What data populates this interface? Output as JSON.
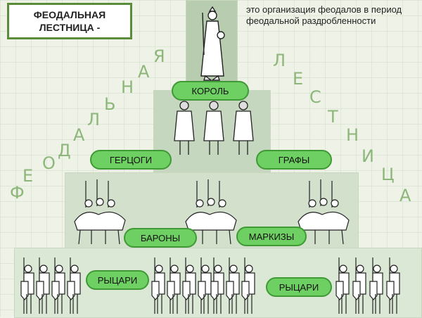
{
  "title": "ФЕОДАЛЬНАЯ ЛЕСТНИЦА -",
  "definition": "это организация феодалов в период феодальной раздробленности",
  "left_word": [
    "Ф",
    "Е",
    "О",
    "Д",
    "А",
    "Л",
    "Ь",
    "Н",
    "А",
    "Я"
  ],
  "right_word": [
    "Л",
    "Е",
    "С",
    "Т",
    "Н",
    "И",
    "Ц",
    "А"
  ],
  "labels": {
    "king": "КОРОЛЬ",
    "dukes": "ГЕРЦОГИ",
    "counts": "ГРАФЫ",
    "barons": "БАРОНЫ",
    "marquises": "МАРКИЗЫ",
    "knights_left": "РЫЦАРИ",
    "knights_right": "РЫЦАРИ"
  },
  "colors": {
    "label_fill": "#6ecf62",
    "title_border": "#5a8d3a",
    "arc_text": "#8db77a"
  }
}
